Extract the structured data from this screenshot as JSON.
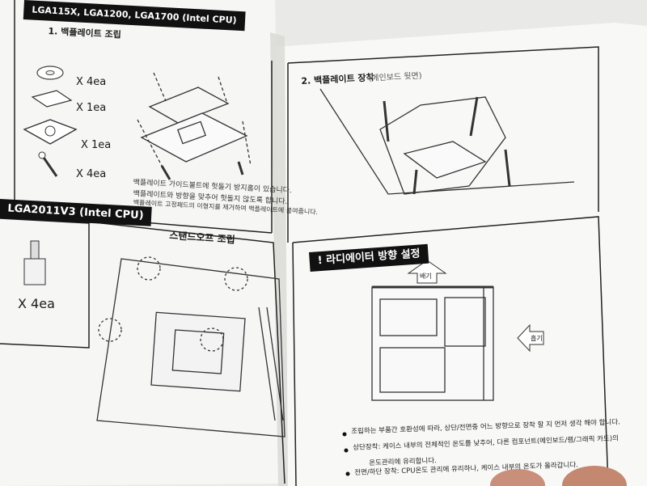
{
  "left_page": {
    "top_section": {
      "header": "LGA115X, LGA1200, LGA1700 (Intel CPU)",
      "step_title": "1. 백플레이트 조립",
      "parts": [
        {
          "icon": "washer-icon",
          "qty": "X 4ea"
        },
        {
          "icon": "pad-icon",
          "qty": "X 1ea"
        },
        {
          "icon": "backplate-icon",
          "qty": "X 1ea"
        },
        {
          "icon": "screw-icon",
          "qty": "X 4ea"
        }
      ],
      "notes": [
        "백플레이트 가이드볼트에 헛돌기 방지홈이 있습니다.",
        "백플레이트와 방향을 맞추어 헛돌지 않도록 합니다.",
        "백플레이트 고정패드의 이형지를 제거하여 백플레이트에 붙여줍니다."
      ]
    },
    "bottom_section": {
      "header": "LGA2011V3 (Intel CPU)",
      "subtitle": "스탠드오프 조립",
      "part_qty": "X 4ea"
    }
  },
  "right_page": {
    "top_section": {
      "step_title": "2. 백플레이트 장착",
      "step_note": "(메인보드 뒷면)"
    },
    "bottom_section": {
      "header": "! 라디에이터 방향 설정",
      "arrow_up_label": "배기",
      "arrow_left_label": "흡기",
      "bullets": [
        "조립하는 부품간 호환성에 따라, 상단/전면중 어느 방향으로 장착 할 지 먼저 생각 해야 합니다.",
        "상단장착: 케이스 내부의 전체적인 온도를 낮추어, 다른 컴포넌트(메인보드/램/그래픽 카드)의",
        "온도관리에 유리합니다.",
        "전면/하단 장착: CPU온도 관리에 유리하나, 케이스 내부의 온도가 올라갑니다."
      ]
    }
  }
}
